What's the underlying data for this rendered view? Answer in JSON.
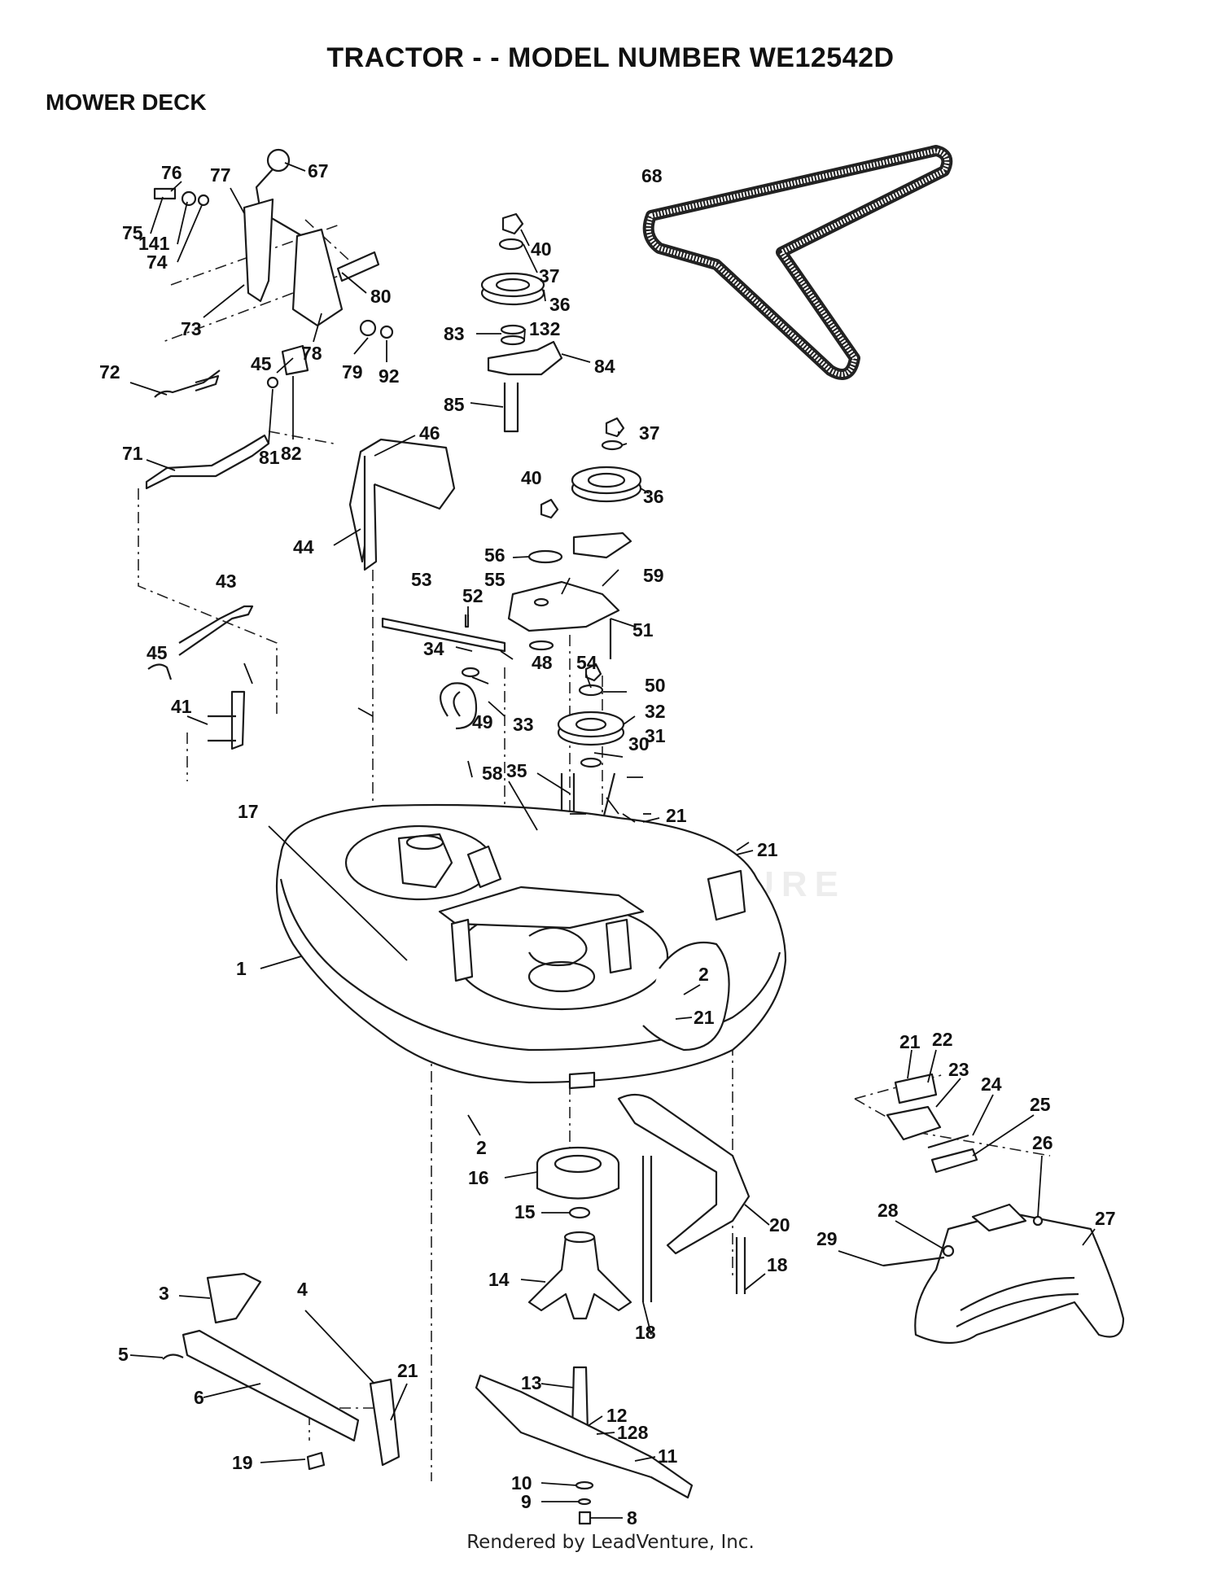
{
  "title": "TRACTOR - - MODEL NUMBER WE12542D",
  "section": "MOWER DECK",
  "footer": "Rendered by LeadVenture, Inc.",
  "watermark": "LEADVENTURE",
  "callouts": [
    "76",
    "77",
    "67",
    "75",
    "141",
    "74",
    "80",
    "73",
    "78",
    "79",
    "92",
    "72",
    "45",
    "81",
    "82",
    "71",
    "68",
    "40",
    "37",
    "36",
    "83",
    "132",
    "84",
    "85",
    "46",
    "44",
    "40",
    "37",
    "36",
    "56",
    "55",
    "59",
    "53",
    "52",
    "51",
    "34",
    "48",
    "54",
    "33",
    "49",
    "50",
    "32",
    "43",
    "31",
    "45",
    "41",
    "58",
    "35",
    "30",
    "21",
    "21",
    "17",
    "2",
    "1",
    "21",
    "21",
    "22",
    "23",
    "24",
    "25",
    "2",
    "26",
    "16",
    "15",
    "20",
    "28",
    "27",
    "29",
    "14",
    "18",
    "18",
    "3",
    "4",
    "5",
    "21",
    "6",
    "13",
    "12",
    "128",
    "11",
    "19",
    "10",
    "9",
    "8"
  ]
}
